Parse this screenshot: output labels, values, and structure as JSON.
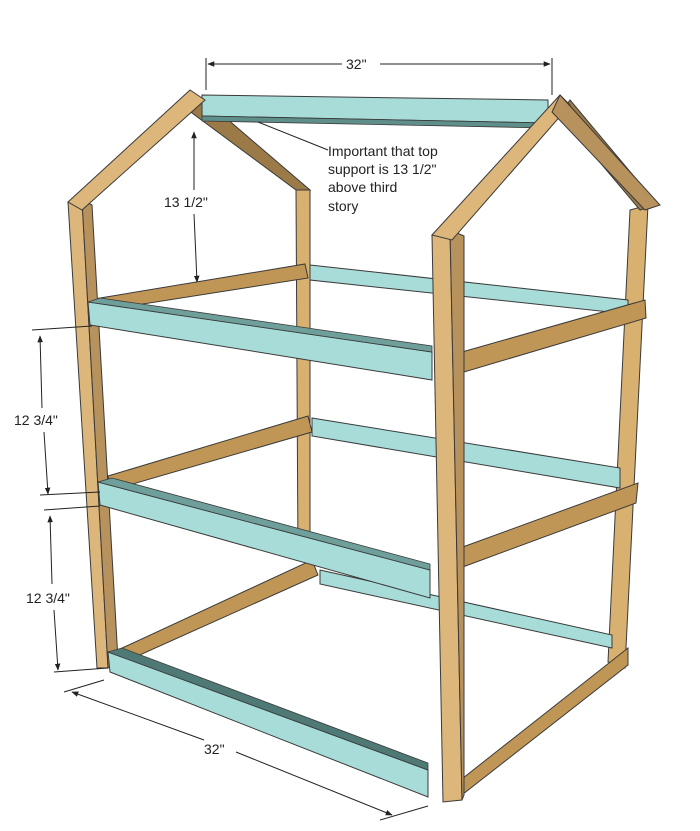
{
  "dimensions": {
    "top_width": "32\"",
    "roof_height": "13 1/2\"",
    "upper_story_height": "12 3/4\"",
    "lower_story_height": "12 3/4\"",
    "bottom_width": "32\""
  },
  "note": {
    "lines": [
      "Important that top",
      "support is 13 1/2\"",
      "above third",
      "story"
    ]
  },
  "colors": {
    "wood_face": "#dcb67a",
    "wood_side": "#b8925c",
    "wood_dark": "#8a6a3e",
    "rail_face": "#a8dcd8",
    "rail_side": "#5f8f8b",
    "rail_dark": "#3f605d",
    "outline": "#3a3a3a"
  }
}
